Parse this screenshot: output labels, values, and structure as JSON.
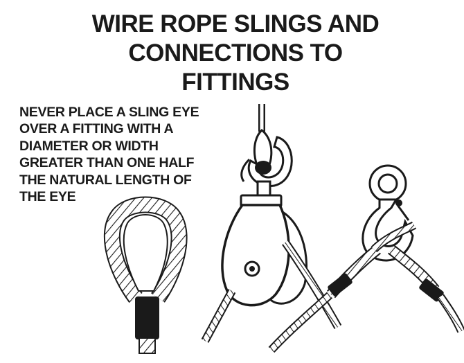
{
  "title": {
    "lines": [
      "WIRE ROPE SLINGS AND",
      "CONNECTIONS TO",
      "FITTINGS"
    ]
  },
  "warning": {
    "lines": [
      "NEVER PLACE A SLING EYE",
      "OVER A FITTING WITH A",
      "DIAMETER OR WIDTH",
      "GREATER THAN ONE HALF",
      "THE NATURAL LENGTH OF",
      "THE EYE"
    ]
  },
  "colors": {
    "ink": "#1a1a1a",
    "background": "#ffffff"
  }
}
